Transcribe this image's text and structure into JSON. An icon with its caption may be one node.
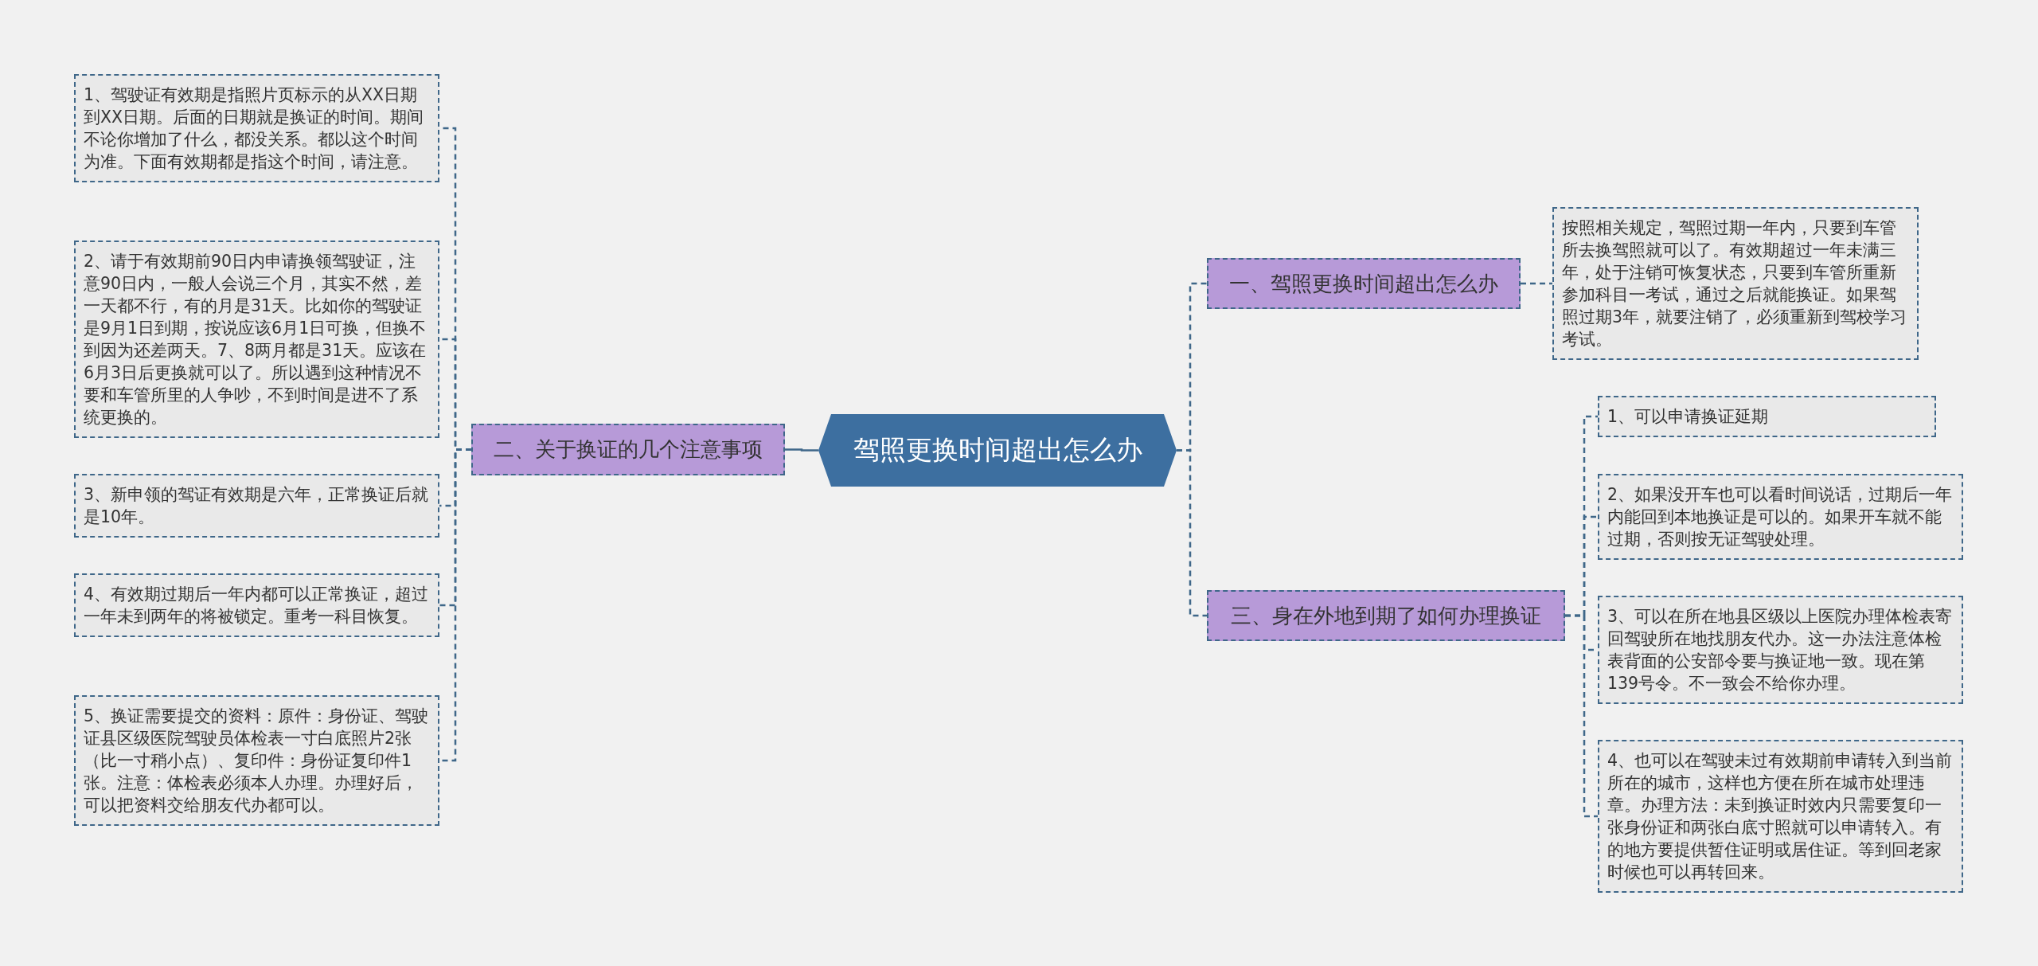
{
  "diagram": {
    "nodes": [
      {
        "text": [
          "驾照更换时间超出怎么办"
        ]
      },
      {
        "text": [
          "一、驾照更换时间超出怎么办"
        ]
      },
      {
        "text": [
          "二、关于换证的几个注意事项"
        ]
      },
      {
        "text": [
          "三、身在外地到期了如何办理换证"
        ]
      },
      {
        "text": [
          "按照相关规定，驾照过期一年内，只要到车管所去换驾照就可以了。有效期超过一年未满三年，处于注销可恢复状态，只要到车管所重新参加科目一考试，通过之后就能换证。如果驾照过期3年，就要注销了，必须重新到驾校学习考试。"
        ]
      },
      {
        "text": [
          "1、驾驶证有效期是指照片页标示的从XX日期到XX日期。后面的日期就是换证的时间。期间不论你增加了什么，都没关系。都以这个时间为准。下面有效期都是指这个时间，请注意。"
        ]
      },
      {
        "text": [
          "2、请于有效期前90日内申请换领驾驶证，注意90日内，一般人会说三个月，其实不然，差一天都不行，有的月是31天。比如你的驾驶证是9月1日到期，按说应该6月1日可换，但换不到因为还差两天。7、8两月都是31天。应该在6月3日后更换就可以了。所以遇到这种情况不要和车管所里的人争吵，不到时间是进不了系统更换的。"
        ]
      },
      {
        "text": [
          "3、新申领的驾证有效期是六年，正常换证后就是10年。"
        ]
      },
      {
        "text": [
          "4、有效期过期后一年内都可以正常换证，超过一年未到两年的将被锁定。重考一科目恢复。"
        ]
      },
      {
        "text": [
          "5、换证需要提交的资料：原件：身份证、驾驶证县区级医院驾驶员体检表一寸白底照片2张（比一寸稍小点）、复印件：身份证复印件1张。注意：体检表必须本人办理。办理好后，可以把资料交给朋友代办都可以。"
        ]
      },
      {
        "text": [
          "1、可以申请换证延期"
        ]
      },
      {
        "text": [
          "2、如果没开车也可以看时间说话，过期后一年内能回到本地换证是可以的。如果开车就不能过期，否则按无证驾驶处理。"
        ]
      },
      {
        "text": [
          "3、可以在所在地县区级以上医院办理体检表寄回驾驶所在地找朋友代办。这一办法注意体检表背面的公安部令要与换证地一致。现在第139号令。不一致会不给你办理。"
        ]
      },
      {
        "text": [
          "4、也可以在驾驶未过有效期前申请转入到当前所在的城市，这样也方便在所在城市处理违章。办理方法：未到换证时效内只需要复印一张身份证和两张白底寸照就可以申请转入。有的地方要提供暂住证明或居住证。等到回老家时候也可以再转回来。"
        ]
      }
    ],
    "edges": [
      {
        "from": 0,
        "to": 1,
        "arrow": "none",
        "style": "dashed"
      },
      {
        "from": 0,
        "to": 2,
        "arrow": "none"
      },
      {
        "from": 0,
        "to": 3,
        "arrow": "none",
        "style": "dashed"
      },
      {
        "from": 1,
        "to": 4,
        "arrow": "none",
        "style": "dashed"
      },
      {
        "from": 2,
        "to": 5,
        "arrow": "none",
        "style": "dashed"
      },
      {
        "from": 2,
        "to": 6,
        "arrow": "none",
        "style": "dashed"
      },
      {
        "from": 2,
        "to": 7,
        "arrow": "none",
        "style": "dashed"
      },
      {
        "from": 2,
        "to": 8,
        "arrow": "none",
        "style": "dashed"
      },
      {
        "from": 2,
        "to": 9,
        "arrow": "none",
        "style": "dashed"
      },
      {
        "from": 3,
        "to": 10,
        "arrow": "none",
        "style": "dashed"
      },
      {
        "from": 3,
        "to": 11,
        "arrow": "none",
        "style": "dashed"
      },
      {
        "from": 3,
        "to": 12,
        "arrow": "none",
        "style": "dashed"
      },
      {
        "from": 3,
        "to": 13,
        "arrow": "none",
        "style": "dashed"
      }
    ]
  }
}
